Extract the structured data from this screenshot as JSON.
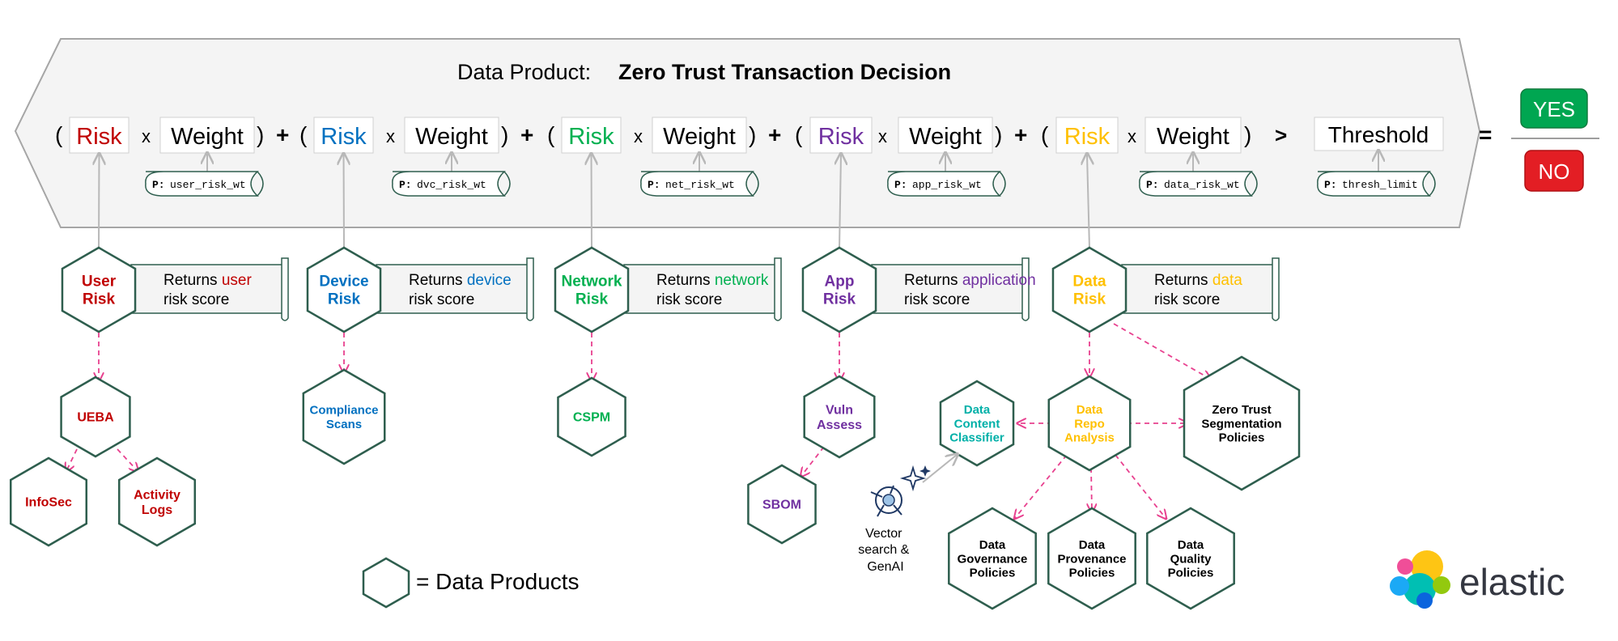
{
  "banner": {
    "prefix": "Data Product:",
    "title": "Zero Trust Transaction Decision"
  },
  "formula": {
    "open_paren": "(",
    "close_paren": ")",
    "times": "x",
    "plus": "+",
    "greater": ">",
    "equals": "=",
    "risk_label": "Risk",
    "weight_label": "Weight",
    "threshold_label": "Threshold"
  },
  "params": [
    {
      "tag": "P:",
      "name": "user_risk_wt"
    },
    {
      "tag": "P:",
      "name": "dvc_risk_wt"
    },
    {
      "tag": "P:",
      "name": "net_risk_wt"
    },
    {
      "tag": "P:",
      "name": "app_risk_wt"
    },
    {
      "tag": "P:",
      "name": "data_risk_wt"
    },
    {
      "tag": "P:",
      "name": "thresh_limit"
    }
  ],
  "risk_sources": [
    {
      "line1": "User",
      "line2": "Risk",
      "color": "#c00000",
      "ret_prefix": "Returns ",
      "ret_word": "user",
      "ret_suffix": "risk score"
    },
    {
      "line1": "Device",
      "line2": "Risk",
      "color": "#0070c0",
      "ret_prefix": "Returns ",
      "ret_word": "device",
      "ret_suffix": "risk score"
    },
    {
      "line1": "Network",
      "line2": "Risk",
      "color": "#00b050",
      "ret_prefix": "Returns ",
      "ret_word": "network",
      "ret_suffix": "risk score"
    },
    {
      "line1": "App",
      "line2": "Risk",
      "color": "#7030a0",
      "ret_prefix": "Returns ",
      "ret_word": "application",
      "ret_suffix": "risk score"
    },
    {
      "line1": "Data",
      "line2": "Risk",
      "color": "#ffc000",
      "ret_prefix": "Returns ",
      "ret_word": "data",
      "ret_suffix": "risk score"
    }
  ],
  "decision": {
    "yes": "YES",
    "no": "NO",
    "yes_color": "#00a651",
    "no_color": "#e31e24"
  },
  "sub_products": {
    "ueba": "UEBA",
    "infosec": "InfoSec",
    "activity_logs": [
      "Activity",
      "Logs"
    ],
    "compliance_scans": [
      "Compliance",
      "Scans"
    ],
    "cspm": "CSPM",
    "vuln_assess": [
      "Vuln",
      "Assess"
    ],
    "sbom": "SBOM",
    "data_content_classifier": [
      "Data",
      "Content",
      "Classifier"
    ],
    "data_repo_analysis": [
      "Data",
      "Repo",
      "Analysis"
    ],
    "zero_trust_segmentation": [
      "Zero Trust",
      "Segmentation",
      "Policies"
    ],
    "data_governance": [
      "Data",
      "Governance",
      "Policies"
    ],
    "data_provenance": [
      "Data",
      "Provenance",
      "Policies"
    ],
    "data_quality": [
      "Data",
      "Quality",
      "Policies"
    ]
  },
  "vector_search": [
    "Vector",
    "search &",
    "GenAI"
  ],
  "legend": {
    "text": "= Data Products"
  },
  "brand": {
    "name": "elastic"
  },
  "colors": {
    "hex_border": "#2e5e4e",
    "dashed_arrow": "#e8418f",
    "banner_fill": "#f4f4f4",
    "banner_border": "#a6a6a6",
    "teal": "#00b0a8"
  }
}
